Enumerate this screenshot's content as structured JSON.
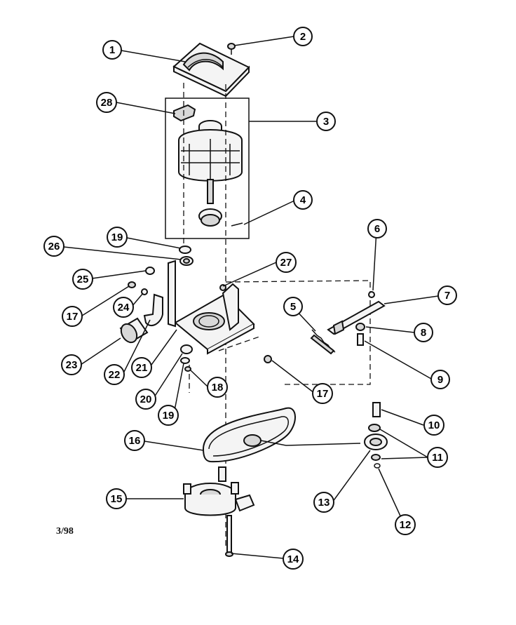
{
  "diagram": {
    "callouts": [
      {
        "id": "c1",
        "label": "1"
      },
      {
        "id": "c2",
        "label": "2"
      },
      {
        "id": "c3",
        "label": "3"
      },
      {
        "id": "c4",
        "label": "4"
      },
      {
        "id": "c5",
        "label": "5"
      },
      {
        "id": "c6",
        "label": "6"
      },
      {
        "id": "c7",
        "label": "7"
      },
      {
        "id": "c8",
        "label": "8"
      },
      {
        "id": "c9",
        "label": "9"
      },
      {
        "id": "c10",
        "label": "10"
      },
      {
        "id": "c11",
        "label": "11"
      },
      {
        "id": "c12",
        "label": "12"
      },
      {
        "id": "c13",
        "label": "13"
      },
      {
        "id": "c14",
        "label": "14"
      },
      {
        "id": "c15",
        "label": "15"
      },
      {
        "id": "c16",
        "label": "16"
      },
      {
        "id": "c17a",
        "label": "17"
      },
      {
        "id": "c17b",
        "label": "17"
      },
      {
        "id": "c18",
        "label": "18"
      },
      {
        "id": "c19a",
        "label": "19"
      },
      {
        "id": "c19b",
        "label": "19"
      },
      {
        "id": "c20",
        "label": "20"
      },
      {
        "id": "c21",
        "label": "21"
      },
      {
        "id": "c22",
        "label": "22"
      },
      {
        "id": "c23",
        "label": "23"
      },
      {
        "id": "c24",
        "label": "24"
      },
      {
        "id": "c25",
        "label": "25"
      },
      {
        "id": "c26",
        "label": "26"
      },
      {
        "id": "c27",
        "label": "27"
      },
      {
        "id": "c28",
        "label": "28"
      }
    ],
    "date_code": "3/98"
  }
}
